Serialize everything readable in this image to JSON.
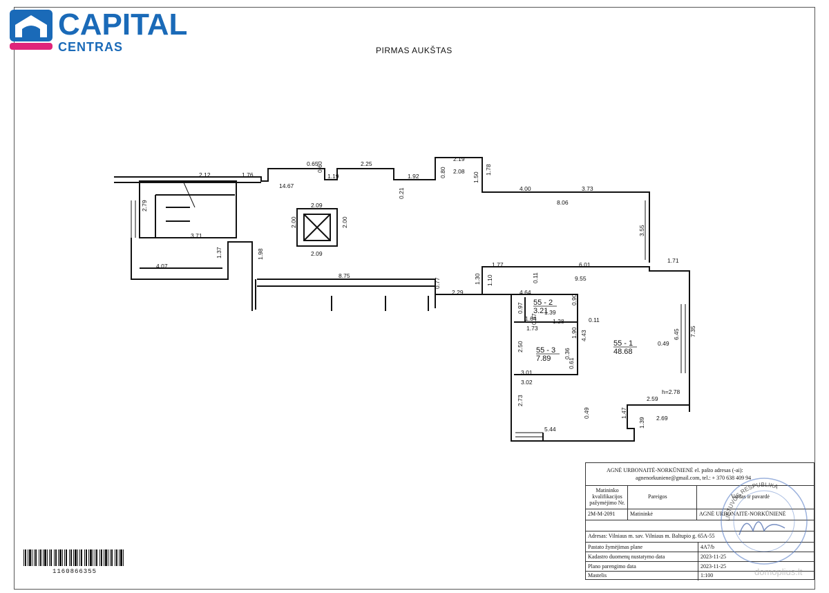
{
  "logo": {
    "name": "CAPITAL",
    "sub": "CENTRAS",
    "color": "#1a6ab8",
    "accent": "#e0247a"
  },
  "plan": {
    "title": "PIRMAS AUKŠTAS",
    "dimensions": [
      "2.12",
      "1.76",
      "14.67",
      "0.65",
      "0.60",
      "1.19",
      "2.25",
      "1.92",
      "0.21",
      "2.19",
      "2.08",
      "0.80",
      "1.50",
      "1.78",
      "4.00",
      "3.73",
      "8.06",
      "2.79",
      "2.09",
      "2.00",
      "2.00",
      "2.09",
      "3.71",
      "1.37",
      "1.98",
      "4.07",
      "3.55",
      "1.71",
      "1.77",
      "6.01",
      "9.55",
      "8.75",
      "0.77",
      "2.29",
      "1.30",
      "1.10",
      "0.11",
      "4.64",
      "1.39",
      "0.97",
      "0.90",
      "1.64",
      "0.37",
      "1.28",
      "0.11",
      "1.73",
      "1.90",
      "4.43",
      "2.50",
      "0.36",
      "0.61",
      "3.01",
      "3.02",
      "0.49",
      "6.45",
      "7.35",
      "h=2.78",
      "2.59",
      "2.73",
      "0.49",
      "1.47",
      "2.69",
      "1.39",
      "5.44"
    ],
    "rooms": [
      {
        "id": "55 - 1",
        "area": "48.68"
      },
      {
        "id": "55 - 2",
        "area": "3.21"
      },
      {
        "id": "55 - 3",
        "area": "7.89"
      }
    ]
  },
  "title_block": {
    "surveyor_line": "AGNĖ URBONAITĖ-NORKŪNIENĖ el. pašto adresas (-ai):",
    "contact_line": "agnenorkuniene@gmail.com, tel.: + 370 638 409 94",
    "col_cert_header": "Matininko kvalifikacijos pažymėjimo Nr.",
    "col_position_header": "Pareigos",
    "col_name_header": "Vardas ir pavardė",
    "cert_value": "2M-M-2091",
    "position_value": "Matininkė",
    "name_value": "AGNĖ URBONAITĖ-NORKŪNIENĖ",
    "address_line": "Adresas: Vilniaus m. sav. Vilniaus m. Baltupio g. 65A-55",
    "rows": [
      {
        "label": "Pastato žymėjimas plane",
        "value": "4A7/b"
      },
      {
        "label": "Kadastro duomenų nustatymo data",
        "value": "2023-11-25"
      },
      {
        "label": "Plano parengimo data",
        "value": "2023-11-25"
      },
      {
        "label": "Mastelis",
        "value": "1:100"
      }
    ]
  },
  "barcode_number": "1160866355",
  "stamp_text": "LIETUVOS RESPUBLIKA",
  "watermark": "domoplius.lt"
}
